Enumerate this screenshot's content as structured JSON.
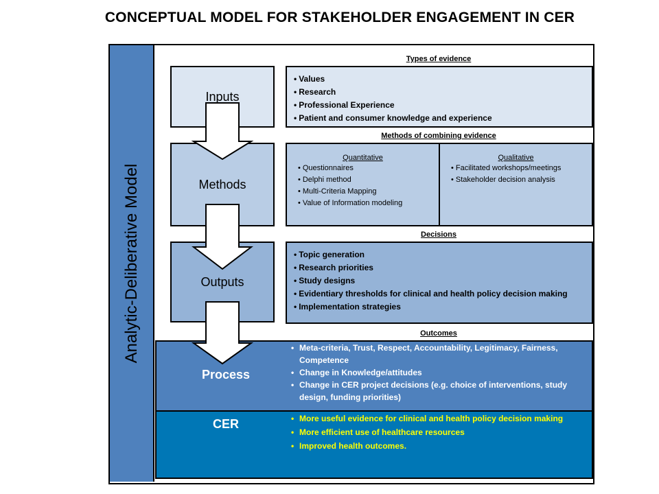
{
  "title": "CONCEPTUAL MODEL FOR STAKEHOLDER ENGAGEMENT IN CER",
  "side_label": "Analytic-Deliberative Model",
  "steps": {
    "inputs": "Inputs",
    "methods": "Methods",
    "outputs": "Outputs"
  },
  "sections": {
    "evidence": {
      "label": "Types of evidence",
      "items": [
        "Values",
        "Research",
        "Professional Experience",
        "Patient and consumer knowledge and experience"
      ]
    },
    "methods": {
      "label": "Methods of combining evidence",
      "quantitative": {
        "heading": "Quantitative",
        "items": [
          "Questionnaires",
          "Delphi method",
          "Multi-Criteria Mapping",
          "Value of Information modeling"
        ]
      },
      "qualitative": {
        "heading": "Qualitative",
        "items": [
          "Facilitated workshops/meetings",
          "Stakeholder decision analysis"
        ]
      }
    },
    "decisions": {
      "label": "Decisions",
      "items": [
        "Topic generation",
        "Research priorities",
        "Study designs",
        "Evidentiary thresholds for clinical and health policy decision making",
        "Implementation strategies"
      ]
    },
    "outcomes": {
      "label": "Outcomes",
      "process": {
        "label": "Process",
        "items": [
          "Meta-criteria, Trust, Respect, Accountability, Legitimacy, Fairness, Competence",
          "Change in Knowledge/attitudes",
          "Change in CER project decisions (e.g. choice of interventions, study design, funding priorities)"
        ]
      },
      "cer": {
        "label": "CER",
        "items": [
          "More useful evidence for clinical and health policy decision making",
          "More efficient use of healthcare resources",
          "Improved health outcomes."
        ]
      }
    }
  },
  "colors": {
    "side_bar": "#4f81bd",
    "inputs": "#dce6f2",
    "methods": "#b9cde5",
    "outputs": "#95b3d7",
    "process": "#4f81bd",
    "cer": "#0077b6",
    "cer_text": "#ffff00"
  }
}
